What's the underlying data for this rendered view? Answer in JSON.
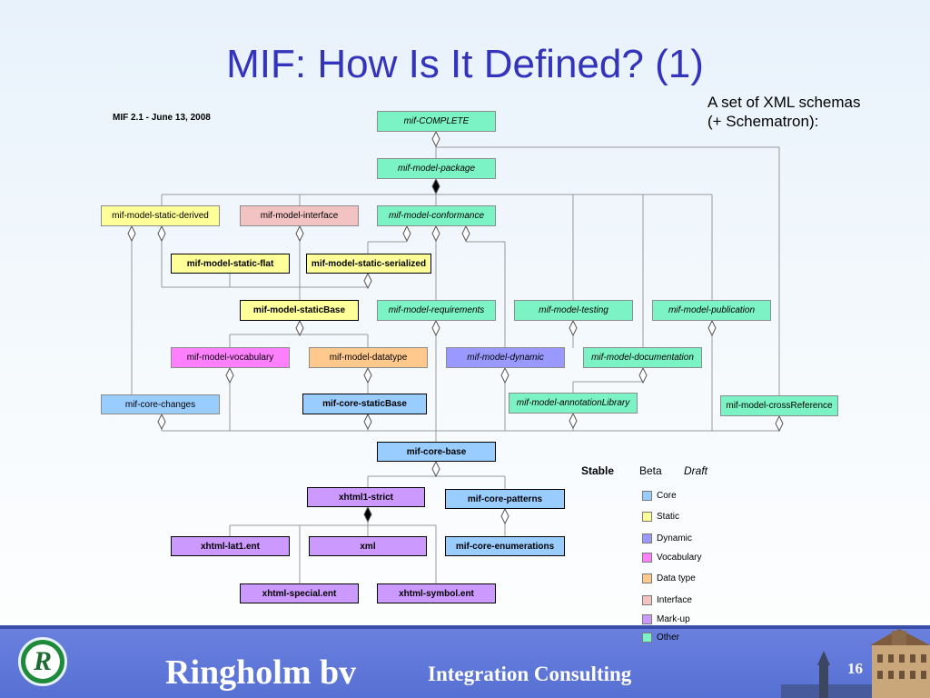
{
  "slide": {
    "title": "MIF: How Is It Defined? (1)",
    "subtitle_line1": "A set of XML schemas",
    "subtitle_line2": "(+ Schematron):",
    "version": "MIF 2.1 - June 13, 2008"
  },
  "diagram": {
    "nodes": {
      "complete": "mif-COMPLETE",
      "package": "mif-model-package",
      "static_derived": "mif-model-static-derived",
      "interface": "mif-model-interface",
      "conformance": "mif-model-conformance",
      "static_flat": "mif-model-static-flat",
      "static_serialized": "mif-model-static-serialized",
      "staticBase": "mif-model-staticBase",
      "requirements": "mif-model-requirements",
      "testing": "mif-model-testing",
      "publication": "mif-model-publication",
      "vocabulary": "mif-model-vocabulary",
      "datatype": "mif-model-datatype",
      "dynamic": "mif-model-dynamic",
      "documentation": "mif-model-documentation",
      "core_changes": "mif-core-changes",
      "core_staticBase": "mif-core-staticBase",
      "annotationLibrary": "mif-model-annotationLibrary",
      "crossReference": "mif-model-crossReference",
      "core_base": "mif-core-base",
      "xhtml1_strict": "xhtml1-strict",
      "core_patterns": "mif-core-patterns",
      "xhtml_lat1": "xhtml-lat1.ent",
      "xml": "xml",
      "core_enumerations": "mif-core-enumerations",
      "xhtml_special": "xhtml-special.ent",
      "xhtml_symbol": "xhtml-symbol.ent"
    }
  },
  "legend": {
    "stable": "Stable",
    "beta": "Beta",
    "draft": "Draft",
    "items": [
      {
        "label": "Core",
        "color": "#99ccff"
      },
      {
        "label": "Static",
        "color": "#ffff99"
      },
      {
        "label": "Dynamic",
        "color": "#9999ff"
      },
      {
        "label": "Vocabulary",
        "color": "#ff80ff"
      },
      {
        "label": "Data type",
        "color": "#ffc88c"
      },
      {
        "label": "Interface",
        "color": "#f3c3c3"
      },
      {
        "label": "Mark-up",
        "color": "#cc99ff"
      },
      {
        "label": "Other",
        "color": "#7bf3c5"
      }
    ]
  },
  "footer": {
    "logo_letter": "R",
    "company": "Ringholm bv",
    "tagline": "Integration Consulting",
    "page_number": "16"
  }
}
